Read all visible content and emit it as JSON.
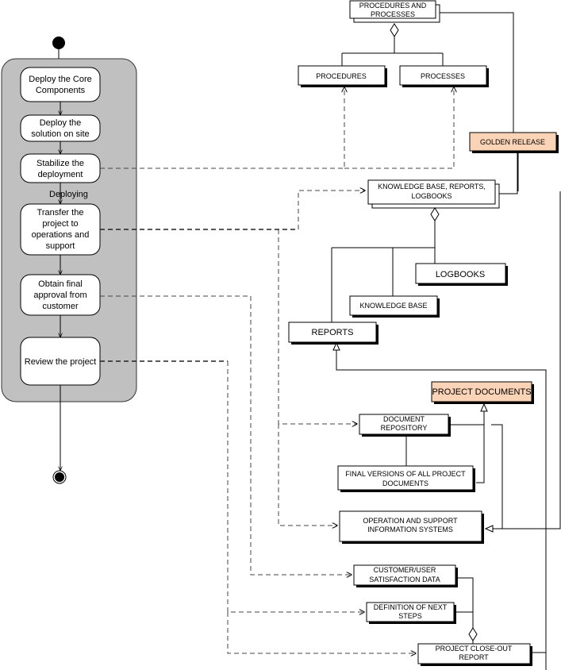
{
  "activities": {
    "partition_label": "Deploying",
    "items": [
      {
        "lines": [
          "Deploy the Core",
          "Components"
        ]
      },
      {
        "lines": [
          "Deploy the",
          "solution on site"
        ]
      },
      {
        "lines": [
          "Stabilize the",
          "deployment"
        ]
      },
      {
        "lines": [
          "Transfer the",
          "project to",
          "operations and",
          "support"
        ]
      },
      {
        "lines": [
          "Obtain final",
          "approval from",
          "customer"
        ]
      },
      {
        "lines": [
          "Review the project"
        ]
      }
    ]
  },
  "artifacts": {
    "procedures_and_processes": [
      "PROCEDURES AND",
      "PROCESSES"
    ],
    "procedures": "PROCEDURES",
    "processes": "PROCESSES",
    "golden_release": "GOLDEN RELEASE",
    "kb_reports_logbooks": [
      "KNOWLEDGE BASE, REPORTS,",
      "LOGBOOKS"
    ],
    "logbooks": "LOGBOOKS",
    "knowledge_base": "KNOWLEDGE BASE",
    "reports": "REPORTS",
    "project_documents": "PROJECT DOCUMENTS",
    "document_repository": [
      "DOCUMENT",
      "REPOSITORY"
    ],
    "final_versions": [
      "FINAL VERSIONS OF ALL PROJECT",
      "DOCUMENTS"
    ],
    "operation_support": [
      "OPERATION AND SUPPORT",
      "INFORMATION SYSTEMS"
    ],
    "customer_satisfaction": [
      "CUSTOMER/USER",
      "SATISFACTION DATA"
    ],
    "next_steps": [
      "DEFINITION OF NEXT",
      "STEPS"
    ],
    "closeout_report": [
      "PROJECT CLOSE-OUT",
      "REPORT"
    ]
  },
  "colors": {
    "swimlane": "#c0c0c0",
    "highlight": "#fbd3b6",
    "line": "#000000"
  }
}
